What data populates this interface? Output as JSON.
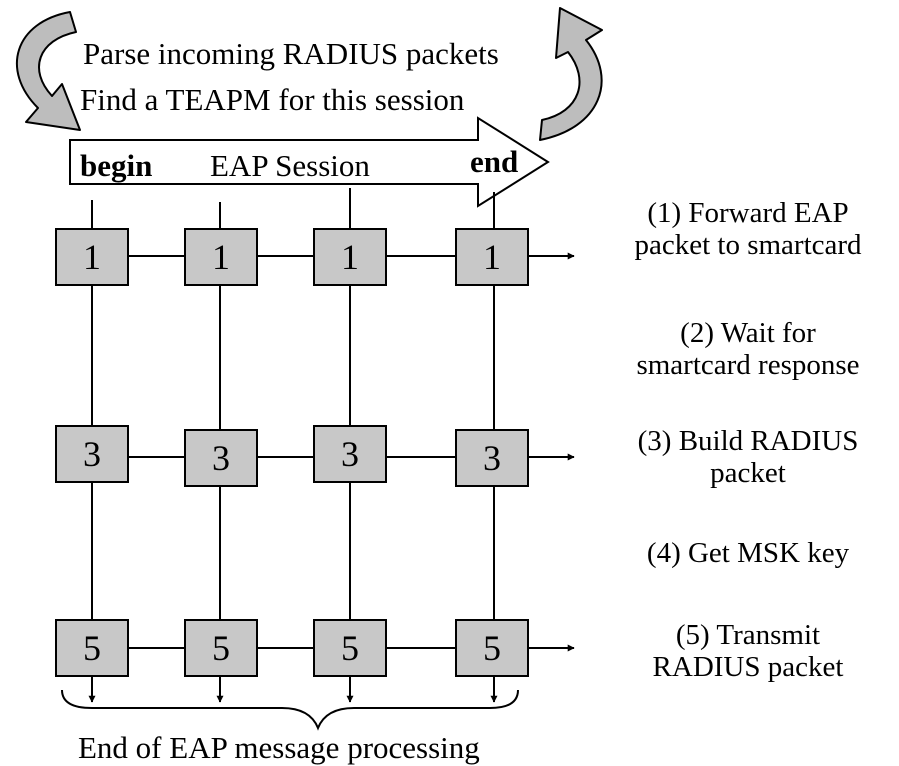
{
  "header": {
    "line1": "Parse incoming RADIUS packets",
    "line2": "Find a TEAPM for this session"
  },
  "session": {
    "begin": "begin",
    "title": "EAP Session",
    "end": "end"
  },
  "box_labels": {
    "step1": "1",
    "step3": "3",
    "step5": "5"
  },
  "steps": [
    {
      "line1": "(1) Forward EAP",
      "line2": "packet to smartcard"
    },
    {
      "line1": "(2) Wait for",
      "line2": "smartcard response"
    },
    {
      "line1": "(3) Build RADIUS",
      "line2": "packet"
    },
    {
      "line1": "(4) Get MSK key",
      "line2": ""
    },
    {
      "line1": "(5) Transmit",
      "line2": "RADIUS packet"
    }
  ],
  "footer": "End of EAP message processing",
  "colors": {
    "box_fill": "#c8c8c8",
    "chip_fill": "#f2c200",
    "chip_stroke": "#b08a00",
    "arc_fill": "#bdbdbd"
  }
}
